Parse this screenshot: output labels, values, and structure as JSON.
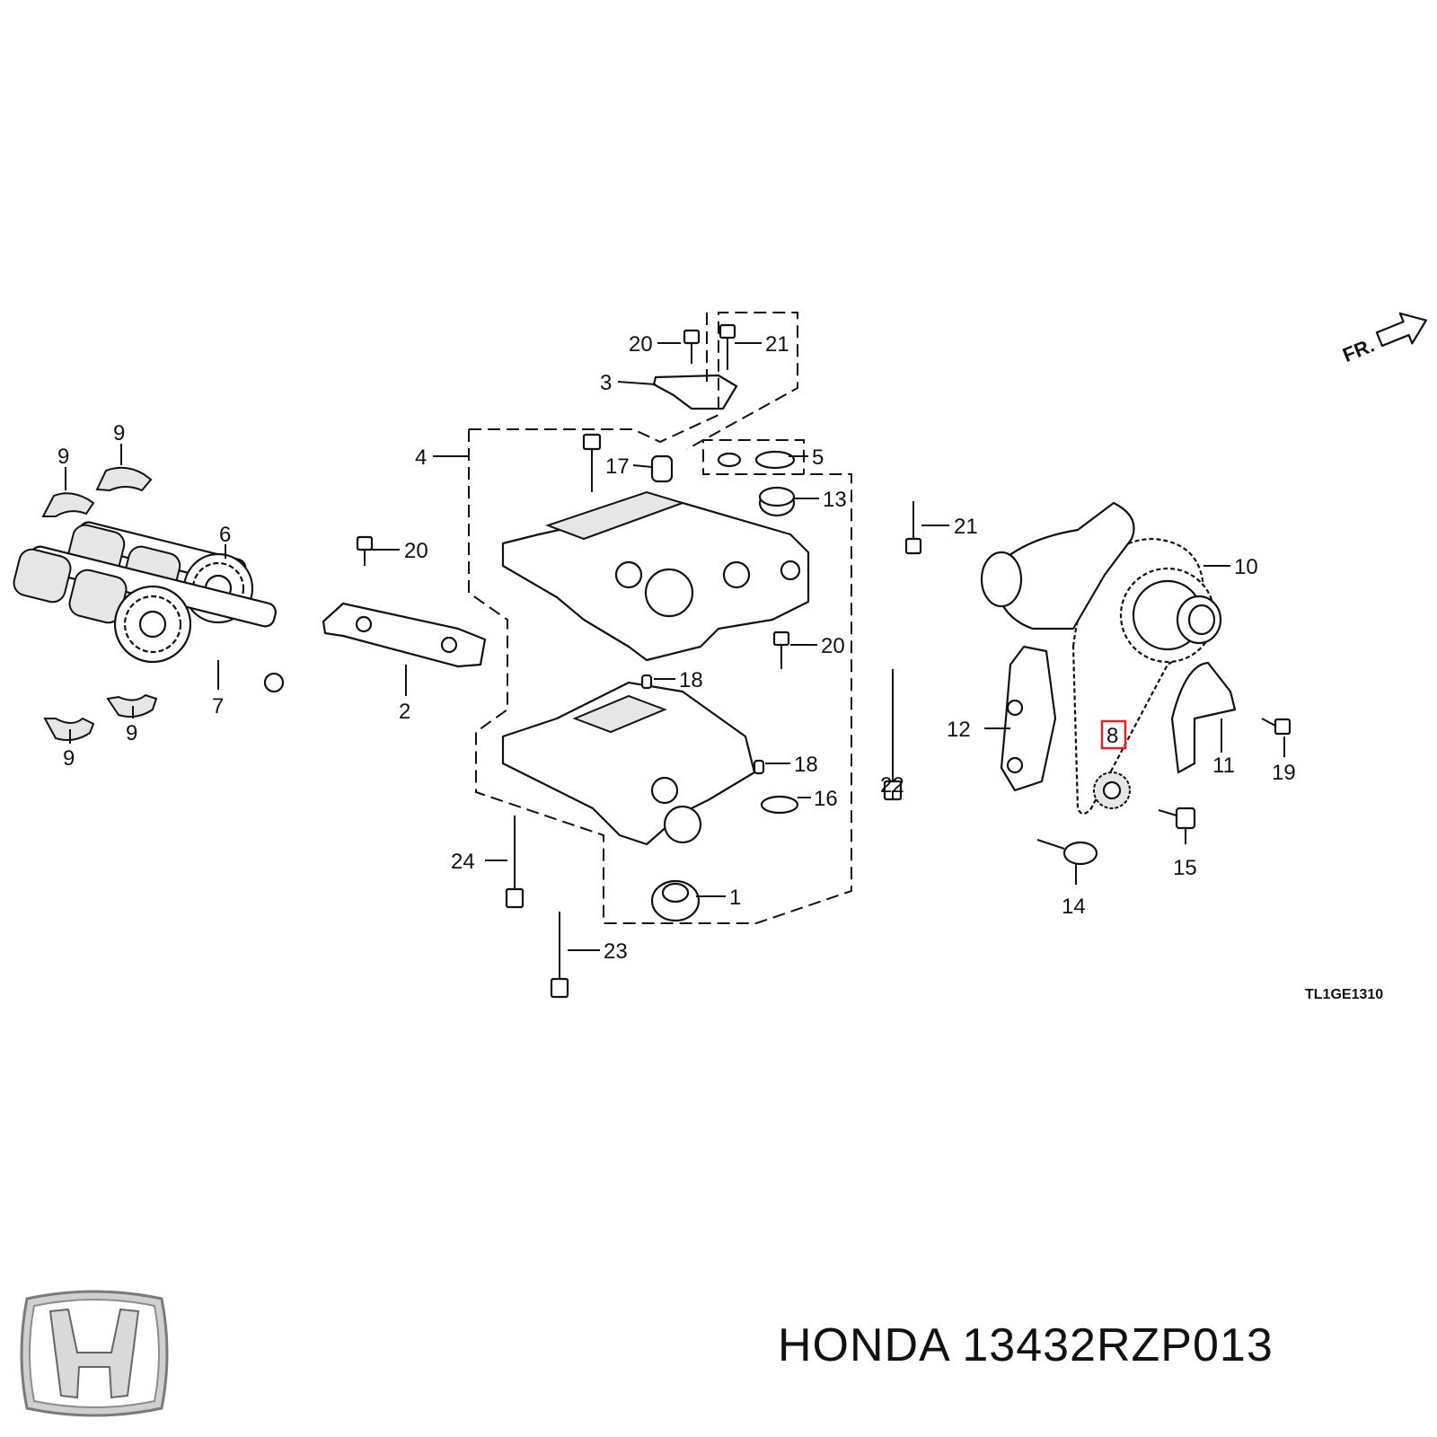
{
  "brand": "HONDA",
  "part_number": "13432RZP013",
  "diagram_code": "TL1GE1310",
  "front_marker": "FR.",
  "highlight_color": "#d8232a",
  "callouts": {
    "c1": "1",
    "c2": "2",
    "c3": "3",
    "c4": "4",
    "c5": "5",
    "c6": "6",
    "c7": "7",
    "c8": "8",
    "c9a": "9",
    "c9b": "9",
    "c9c": "9",
    "c9d": "9",
    "c10": "10",
    "c11": "11",
    "c12": "12",
    "c13": "13",
    "c14": "14",
    "c15": "15",
    "c16": "16",
    "c17": "17",
    "c18a": "18",
    "c18b": "18",
    "c19": "19",
    "c20a": "20",
    "c20b": "20",
    "c20c": "20",
    "c21a": "21",
    "c21b": "21",
    "c22": "22",
    "c23": "23",
    "c24": "24"
  }
}
